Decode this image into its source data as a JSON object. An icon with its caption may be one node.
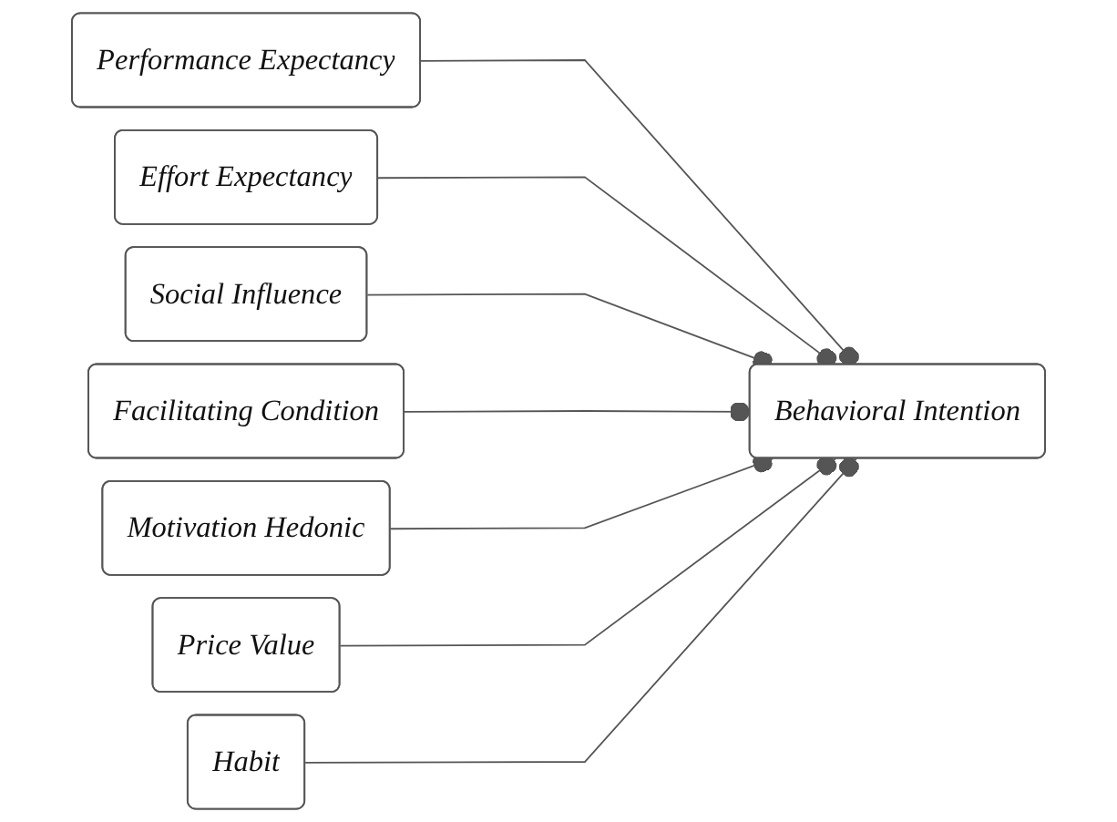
{
  "diagram": {
    "nodes": [
      {
        "text": [
          "Performance Expectancy"
        ]
      },
      {
        "text": [
          "Effort Expectancy"
        ]
      },
      {
        "text": [
          "Social Influence"
        ]
      },
      {
        "text": [
          "Facilitating Condition"
        ]
      },
      {
        "text": [
          "Motivation Hedonic"
        ]
      },
      {
        "text": [
          "Price Value"
        ]
      },
      {
        "text": [
          "Habit"
        ]
      },
      {
        "text": [
          "Behavioral Intention"
        ]
      }
    ],
    "edges": [
      {
        "from": 0,
        "to": 7,
        "arrow": "other"
      },
      {
        "from": 1,
        "to": 7,
        "arrow": "other"
      },
      {
        "from": 2,
        "to": 7,
        "arrow": "other"
      },
      {
        "from": 3,
        "to": 7,
        "arrow": "other"
      },
      {
        "from": 4,
        "to": 7,
        "arrow": "other"
      },
      {
        "from": 5,
        "to": 7,
        "arrow": "other"
      },
      {
        "from": 6,
        "to": 7,
        "arrow": "other"
      }
    ]
  }
}
